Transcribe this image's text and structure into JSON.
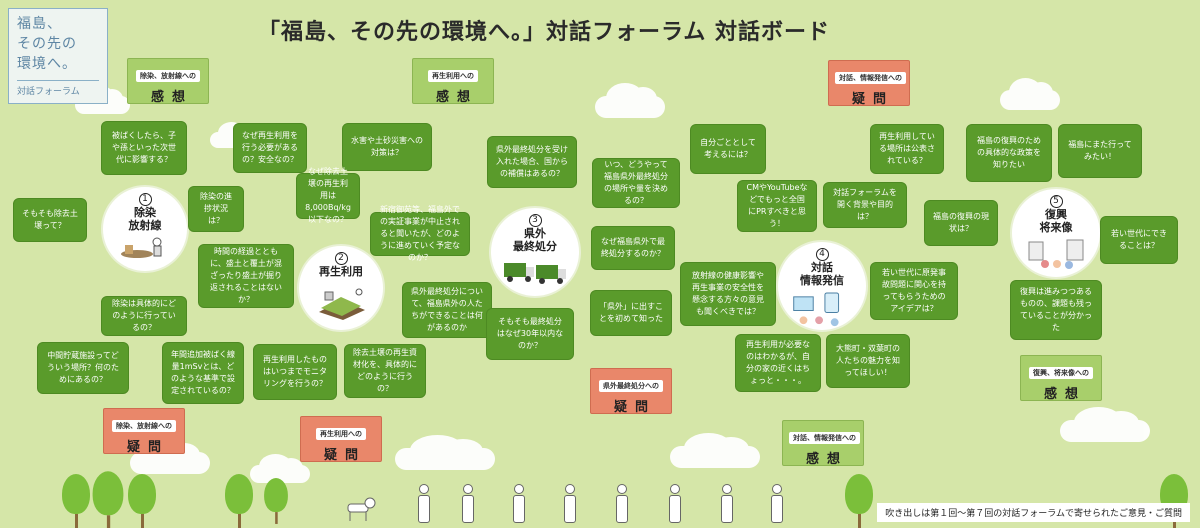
{
  "logo": {
    "line1": "福島、",
    "line2": "その先の",
    "line3": "環境へ。",
    "sub": "対話フォーラム"
  },
  "title": "「福島、その先の環境へ。」対話フォーラム 対話ボード",
  "footnote": "吹き出しは第１回〜第７回の対話フォーラムで寄せられたご意見・ご質問",
  "colors": {
    "background": "#d5e6a8",
    "bubble": "#5a9b2b",
    "impression_card": "#a8cf6b",
    "question_card": "#e9876a"
  },
  "hubs": [
    {
      "num": "1",
      "name": "除染\n放射線",
      "icon": "decontamination-worker-icon"
    },
    {
      "num": "2",
      "name": "再生利用",
      "icon": "farmland-icon"
    },
    {
      "num": "3",
      "name": "県外\n最終処分",
      "icon": "trucks-icon"
    },
    {
      "num": "4",
      "name": "対話\n情報発信",
      "icon": "online-meeting-icon"
    },
    {
      "num": "5",
      "name": "復興\n将来像",
      "icon": "town-people-icon"
    }
  ],
  "cards": [
    {
      "small": "除染、放射線への",
      "big": "感想"
    },
    {
      "small": "再生利用への",
      "big": "感想"
    },
    {
      "small": "対話、情報発信への",
      "big": "疑問"
    },
    {
      "small": "除染、放射線への",
      "big": "疑問"
    },
    {
      "small": "再生利用への",
      "big": "疑問"
    },
    {
      "small": "県外最終処分への",
      "big": "疑問"
    },
    {
      "small": "対話、情報発信への",
      "big": "感想"
    },
    {
      "small": "復興、将来像への",
      "big": "感想"
    }
  ],
  "bubbles": [
    "被ばくしたら、子や孫といった次世代に影響する？",
    "そもそも除去土壌って？",
    "除染の進捗状況は？",
    "除染は具体的にどのように行っているの？",
    "中間貯蔵施設ってどういう場所？何のためにあるの？",
    "年間追加被ばく線量1mSvとは、どのような基準で設定されているの？",
    "なぜ再生利用を行う必要があるの？安全なの？",
    "水害や土砂災害への対策は？",
    "なぜ除去土壌の再生利用は8,000Bq/kg以下なの？",
    "新宿御苑等、福島外での実証事業が中止されると聞いたが、どのように進めていく予定なのか？",
    "時間の経過とともに、盛土と覆土が混ざったり盛土が掘り返されることはないか？",
    "再生利用したものはいつまでモニタリングを行うの？",
    "除去土壌の再生資材化を、具体的にどのように行うの？",
    "県外最終処分を受け入れた場合、国からの補償はあるの？",
    "いつ、どうやって福島県外最終処分の場所や量を決めるの？",
    "なぜ福島県外で最終処分するのか？",
    "県外最終処分について、福島県外の人たちができることは何があるのか",
    "「県外」に出すことを初めて知った",
    "そもそも最終処分はなぜ30年以内なのか？",
    "自分ごととして考えるには？",
    "CMやYouTubeなどでもっと全国にPRすべきと思う！",
    "対話フォーラムを開く背景や目的は？",
    "再生利用している場所は公表されている？",
    "放射線の健康影響や再生事業の安全性を懸念する方々の意見も聞くべきでは？",
    "若い世代に原発事故問題に関心を持ってもらうためのアイデアは？",
    "再生利用が必要なのはわかるが、自分の家の近くはちょっと・・・。",
    "大熊町・双葉町の人たちの魅力を知ってほしい！",
    "福島の復興のための具体的な政策を知りたい",
    "福島にまた行ってみたい！",
    "福島の復興の現状は？",
    "若い世代にできることは？",
    "復興は進みつつあるものの、課題も残っていることが分かった"
  ]
}
